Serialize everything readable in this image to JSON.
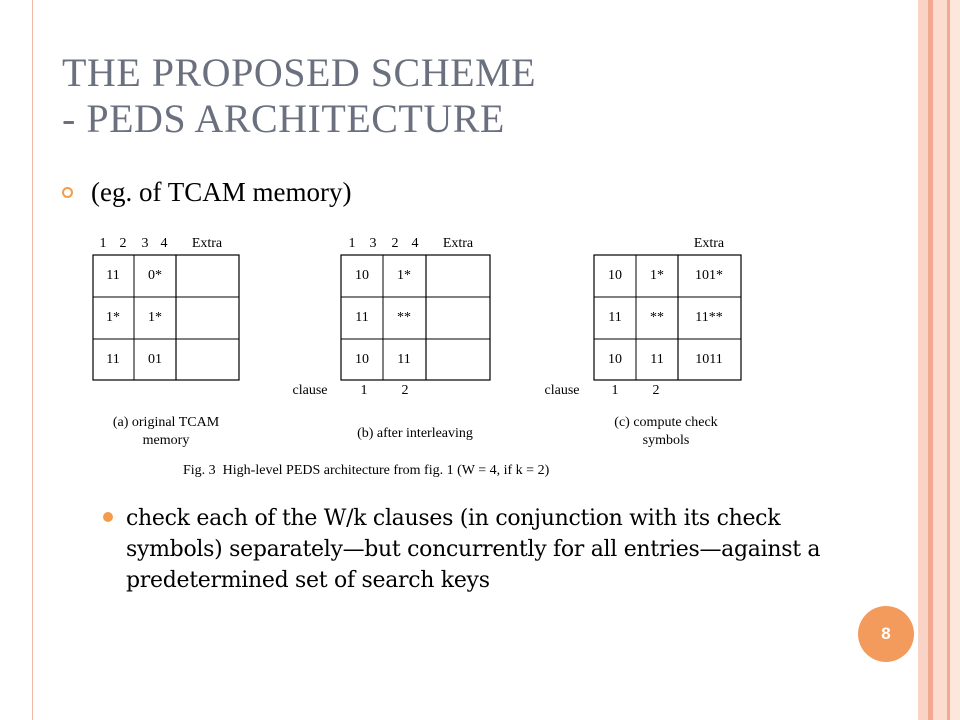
{
  "slide": {
    "title_line1": "THE PROPOSED SCHEME",
    "title_line2": "- PEDS ARCHITECTURE",
    "bullet1": "(eg. of TCAM memory)",
    "bullet2": "check each of the W/k clauses (in conjunction with its check symbols) separately—but concurrently for all entries—against a predetermined set of search keys",
    "page_number": "8"
  },
  "figure": {
    "caption": "Fig. 3  High-level PEDS architecture from fig. 1 (W = 4, if k = 2)",
    "clause_label": "clause",
    "panel_a": {
      "header": [
        "1",
        "2",
        "3",
        "4",
        "Extra"
      ],
      "rows": [
        [
          "11",
          "0*",
          ""
        ],
        [
          "1*",
          "1*",
          ""
        ],
        [
          "11",
          "01",
          ""
        ]
      ],
      "caption_line1": "(a) original TCAM",
      "caption_line2": "memory"
    },
    "panel_b": {
      "header": [
        "1",
        "3",
        "2",
        "4",
        "Extra"
      ],
      "rows": [
        [
          "10",
          "1*",
          ""
        ],
        [
          "11",
          "**",
          ""
        ],
        [
          "10",
          "11",
          ""
        ]
      ],
      "clauses": [
        "1",
        "2"
      ],
      "caption": "(b) after interleaving"
    },
    "panel_c": {
      "header_extra": "Extra",
      "rows": [
        [
          "10",
          "1*",
          "101*"
        ],
        [
          "11",
          "**",
          "11**"
        ],
        [
          "10",
          "11",
          "1011"
        ]
      ],
      "clauses": [
        "1",
        "2"
      ],
      "caption_line1": "(c) compute check",
      "caption_line2": "symbols"
    }
  },
  "colors": {
    "title": "#6b707f",
    "accent": "#f39c4c",
    "badge": "#f39b5c",
    "rule": "#f0b9a8"
  }
}
